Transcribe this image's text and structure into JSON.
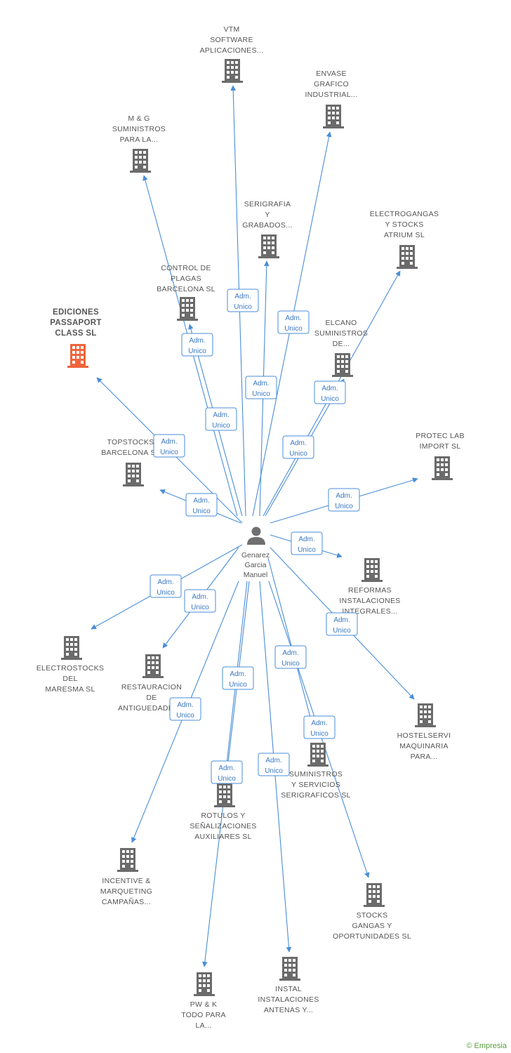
{
  "center": {
    "label_lines": [
      "Genarez",
      "Garcia",
      "Manuel"
    ]
  },
  "colors": {
    "edge": "#4a8ed8",
    "building": "#6b6b6b",
    "highlight": "#f0643c",
    "person": "#707070"
  },
  "footer": {
    "copyright": "©",
    "brand": "Empresia"
  },
  "nodes": [
    {
      "id": "vtm",
      "lines": [
        "VTM",
        "SOFTWARE",
        "APLICACIONES..."
      ],
      "badge": [
        "Adm.",
        "Unico"
      ]
    },
    {
      "id": "envase",
      "lines": [
        "ENVASE",
        "GRAFICO",
        "INDUSTRIAL..."
      ],
      "badge": [
        "Adm.",
        "Unico"
      ]
    },
    {
      "id": "mg",
      "lines": [
        "M & G",
        "SUMINISTROS",
        "PARA LA..."
      ],
      "badge": [
        "Adm.",
        "Unico"
      ]
    },
    {
      "id": "serigrafia",
      "lines": [
        "SERIGRAFIA",
        "Y",
        "GRABADOS..."
      ],
      "badge": [
        "Adm.",
        "Unico"
      ]
    },
    {
      "id": "electrogangas",
      "lines": [
        "ELECTROGANGAS",
        "Y STOCKS",
        "ATRIUM SL"
      ],
      "badge": [
        "Adm.",
        "Unico"
      ]
    },
    {
      "id": "control",
      "lines": [
        "CONTROL DE",
        "PLAGAS",
        "BARCELONA SL"
      ],
      "badge": [
        "Adm.",
        "Unico"
      ]
    },
    {
      "id": "ediciones",
      "lines": [
        "EDICIONES",
        "PASSAPORT",
        "CLASS SL"
      ],
      "badge": [
        "Adm.",
        "Unico"
      ],
      "highlight": true
    },
    {
      "id": "elcano",
      "lines": [
        "ELCANO",
        "SUMINISTROS",
        "DE..."
      ],
      "badge": [
        "Adm.",
        "Unico"
      ]
    },
    {
      "id": "topstocks",
      "lines": [
        "TOPSTOCKS",
        "BARCELONA SL"
      ],
      "badge": [
        "Adm.",
        "Unico"
      ]
    },
    {
      "id": "protec",
      "lines": [
        "PROTEC LAB",
        "IMPORT SL"
      ],
      "badge": [
        "Adm.",
        "Unico"
      ]
    },
    {
      "id": "reformas",
      "lines": [
        "REFORMAS",
        "INSTALACIONES",
        "INTEGRALES..."
      ],
      "badge": [
        "Adm.",
        "Unico"
      ]
    },
    {
      "id": "electrostocks",
      "lines": [
        "ELECTROSTOCKS",
        "DEL",
        "MARESMA SL"
      ],
      "badge": [
        "Adm.",
        "Unico"
      ]
    },
    {
      "id": "restauracion",
      "lines": [
        "RESTAURACION",
        "DE",
        "ANTIGUEDADES..."
      ],
      "badge": [
        "Adm.",
        "Unico"
      ]
    },
    {
      "id": "hostelservi",
      "lines": [
        "HOSTELSERVI",
        "MAQUINARIA",
        "PARA..."
      ],
      "badge": [
        "Adm.",
        "Unico"
      ]
    },
    {
      "id": "suministros",
      "lines": [
        "SUMINISTROS",
        "Y SERVICIOS",
        "SERIGRAFICOS SL"
      ],
      "badge": [
        "Adm.",
        "Unico"
      ]
    },
    {
      "id": "rotulos",
      "lines": [
        "ROTULOS Y",
        "SEÑALIZACIONES",
        "AUXILIARES SL"
      ],
      "badge": [
        "Adm.",
        "Unico"
      ]
    },
    {
      "id": "incentive",
      "lines": [
        "INCENTIVE &",
        "MARQUETING",
        "CAMPAÑAS..."
      ],
      "badge": [
        "Adm.",
        "Unico"
      ]
    },
    {
      "id": "stocks",
      "lines": [
        "STOCKS",
        "GANGAS Y",
        "OPORTUNIDADES SL"
      ],
      "badge": [
        "Adm.",
        "Unico"
      ]
    },
    {
      "id": "pwk",
      "lines": [
        "PW & K",
        "TODO PARA",
        "LA..."
      ],
      "badge": [
        "Adm.",
        "Unico"
      ]
    },
    {
      "id": "instal",
      "lines": [
        "INSTAL",
        "INSTALACIONES",
        "ANTENAS Y..."
      ],
      "badge": [
        "Adm.",
        "Unico"
      ]
    }
  ]
}
